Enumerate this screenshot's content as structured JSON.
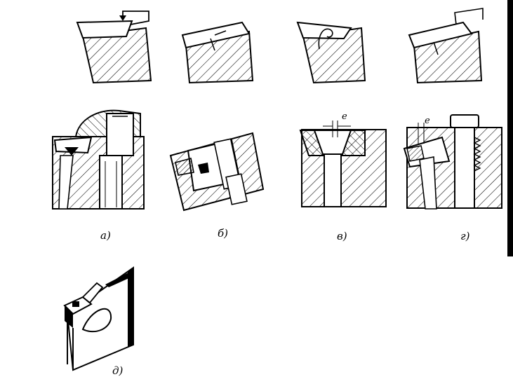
{
  "figure": {
    "captions": {
      "a": "а)",
      "b": "б)",
      "v": "в)",
      "g": "г)",
      "d": "д)"
    },
    "dimension_labels": {
      "v_gap": "e",
      "g_gap": "e"
    }
  },
  "colors": {
    "ink": "#000000",
    "paper": "#ffffff",
    "section_fill": "#f7f7f7"
  },
  "icons": {
    "hatch": "diagonal-hatch-pattern",
    "cut_arrow": "curved-chip-arrow-icon"
  }
}
